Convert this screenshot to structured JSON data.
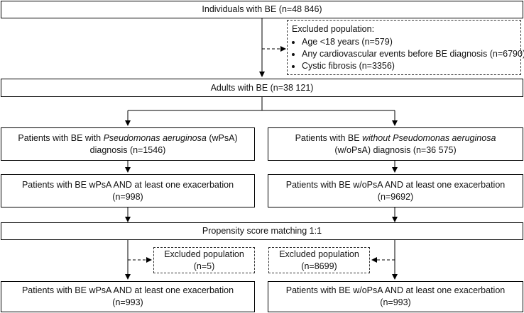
{
  "top": {
    "text": "Individuals with BE (n=48 846)"
  },
  "excluded_top": {
    "title": "Excluded population:",
    "items": [
      "Age <18 years (n=579)",
      "Any cardiovascular events before BE diagnosis (n=6790)",
      "Cystic fibrosis (n=3356)"
    ]
  },
  "adults": {
    "text": "Adults with BE (n=38 121)"
  },
  "left": {
    "diag_pre": "Patients with BE with ",
    "diag_ital": "Pseudomonas aeruginosa",
    "diag_post": " (wPsA)",
    "diag_line2": "diagnosis (n=1546)",
    "exac_line1": "Patients with BE wPsA AND at least one exacerbation",
    "exac_line2": "(n=998)",
    "excluded_line1": "Excluded population",
    "excluded_line2": "(n=5)",
    "final_line1": "Patients with BE wPsA AND at least one exacerbation",
    "final_line2": "(n=993)"
  },
  "right": {
    "diag_pre": "Patients with BE ",
    "diag_ital": "without Pseudomonas aeruginosa",
    "diag_line2": "(w/oPsA) diagnosis (n=36 575)",
    "exac_line1": "Patients with BE w/oPsA AND at least one exacerbation",
    "exac_line2": "(n=9692)",
    "excluded_line1": "Excluded population",
    "excluded_line2": "(n=8699)",
    "final_line1": "Patients with BE w/oPsA AND at least one exacerbation",
    "final_line2": "(n=993)"
  },
  "psm": {
    "text": "Propensity score matching 1:1"
  }
}
